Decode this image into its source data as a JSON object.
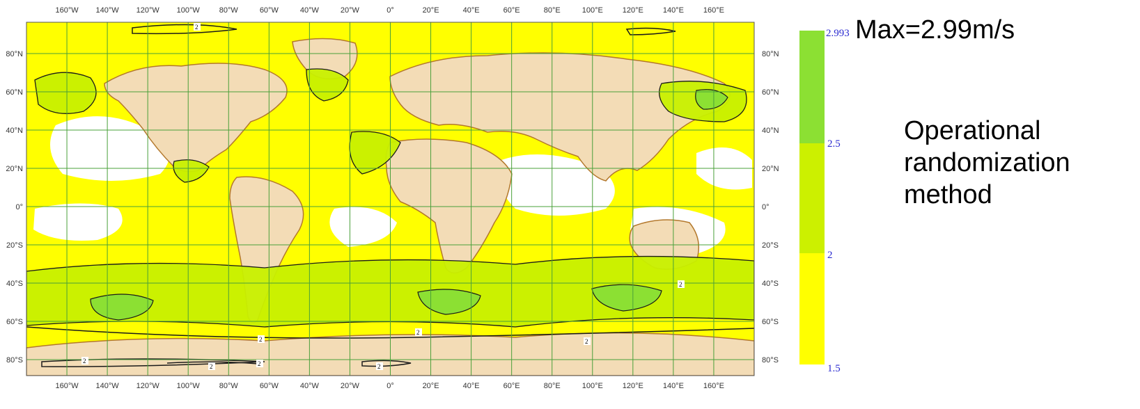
{
  "map": {
    "contour_label": "2",
    "lon_ticks": [
      "160°W",
      "140°W",
      "120°W",
      "100°W",
      "80°W",
      "60°W",
      "40°W",
      "20°W",
      "0°",
      "20°E",
      "40°E",
      "60°E",
      "80°E",
      "100°E",
      "120°E",
      "140°E",
      "160°E"
    ],
    "lat_ticks": [
      "80°N",
      "60°N",
      "40°N",
      "20°N",
      "0°",
      "20°S",
      "40°S",
      "60°S",
      "80°S"
    ],
    "colors": {
      "land": "#f3dcb6",
      "coast": "#b3782c",
      "grid": "#4aa03a",
      "fill_low": "#ffff00",
      "fill_mid": "#c8f000",
      "fill_high": "#7ed321"
    }
  },
  "colorbar": {
    "labels": [
      "2.993",
      "2.5",
      "2",
      "1.5"
    ],
    "bands": [
      {
        "from": 2.5,
        "to": 2.993,
        "color": "#8ce033"
      },
      {
        "from": 2.0,
        "to": 2.5,
        "color": "#ccf000"
      },
      {
        "from": 1.5,
        "to": 2.0,
        "color": "#ffff00"
      }
    ]
  },
  "annotation": {
    "max_text": "Max=2.99m/s",
    "method_lines": [
      "Operational",
      "randomization",
      "method"
    ]
  }
}
